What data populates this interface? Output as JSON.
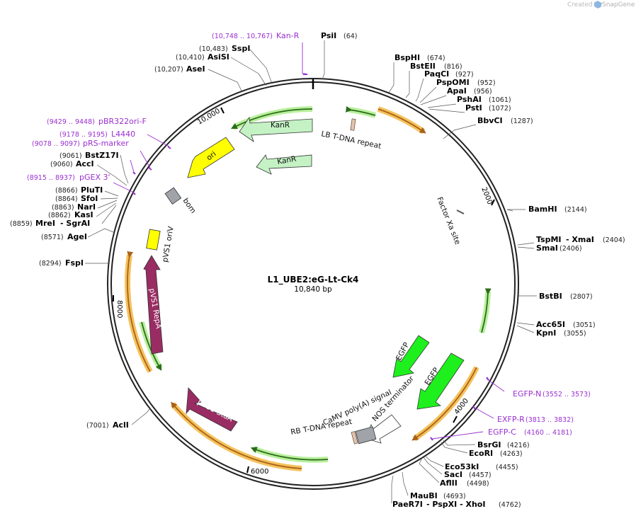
{
  "credit": {
    "prefix": "Created by",
    "brand": "SnapGene"
  },
  "plasmid": {
    "name": "L1_UBE2:eG-Lt-Ck4",
    "length": "10,840 bp"
  },
  "ticks": [
    "2000",
    "4000",
    "6000",
    "8000",
    "10,000"
  ],
  "enzymes": [
    {
      "name": "PsiI",
      "pos": "(64)"
    },
    {
      "name": "BspHI",
      "pos": "(674)"
    },
    {
      "name": "BstEII",
      "pos": "(816)"
    },
    {
      "name": "PaqCI",
      "pos": "(927)"
    },
    {
      "name": "PspOMI",
      "pos": "(952)"
    },
    {
      "name": "ApaI",
      "pos": "(956)"
    },
    {
      "name": "PshAI",
      "pos": "(1061)"
    },
    {
      "name": "PstI",
      "pos": "(1072)"
    },
    {
      "name": "BbvCI",
      "pos": "(1287)"
    },
    {
      "name": "BamHI",
      "pos": "(2144)"
    },
    {
      "name": "TspMI",
      "suffix": "- XmaI",
      "pos": "(2404)"
    },
    {
      "name": "SmaI",
      "pos": "(2406)"
    },
    {
      "name": "BstBI",
      "pos": "(2807)"
    },
    {
      "name": "Acc65I",
      "pos": "(3051)"
    },
    {
      "name": "KpnI",
      "pos": "(3055)"
    },
    {
      "name": "BsrGI",
      "pos": "(4216)"
    },
    {
      "name": "EcoRI",
      "pos": "(4263)"
    },
    {
      "name": "Eco53kI",
      "pos": "(4455)"
    },
    {
      "name": "SacI",
      "pos": "(4457)"
    },
    {
      "name": "AflII",
      "pos": "(4498)"
    },
    {
      "name": "MauBI",
      "pos": "(4693)"
    },
    {
      "name": "PaeR7I",
      "suffix": "- PspXI  - XhoI",
      "pos": "(4762)"
    },
    {
      "name": "AclI",
      "pos": "(7001)"
    },
    {
      "name": "FspI",
      "pos": "(8294)"
    },
    {
      "name": "AgeI",
      "pos": "(8571)"
    },
    {
      "name": "MreI",
      "suffix": "- SgrAI",
      "pos": "(8859)"
    },
    {
      "name": "KasI",
      "pos": "(8862)"
    },
    {
      "name": "NarI",
      "pos": "(8863)"
    },
    {
      "name": "SfoI",
      "pos": "(8864)"
    },
    {
      "name": "PluTI",
      "pos": "(8866)"
    },
    {
      "name": "AccI",
      "pos": "(9060)"
    },
    {
      "name": "BstZ17I",
      "pos": "(9061)"
    },
    {
      "name": "AseI",
      "pos": "(10,207)"
    },
    {
      "name": "AsiSI",
      "pos": "(10,410)"
    },
    {
      "name": "SspI",
      "pos": "(10,483)"
    }
  ],
  "primers": [
    {
      "name": "Kan-R",
      "range": "(10,748 .. 10,767)"
    },
    {
      "name": "pBR322ori-F",
      "range": "(9429 .. 9448)"
    },
    {
      "name": "L4440",
      "range": "(9178 .. 9195)"
    },
    {
      "name": "pRS-marker",
      "range": "(9078 .. 9097)"
    },
    {
      "name": "pGEX 3'",
      "range": "(8915 .. 8937)"
    },
    {
      "name": "EGFP-N",
      "range": "(3552 .. 3573)"
    },
    {
      "name": "EXFP-R",
      "range": "(3813 .. 3832)"
    },
    {
      "name": "EGFP-C",
      "range": "(4160 .. 4181)"
    }
  ],
  "features": [
    {
      "label": "KanR"
    },
    {
      "label": "KanR"
    },
    {
      "label": "LB T-DNA repeat"
    },
    {
      "label": "ori"
    },
    {
      "label": "bom"
    },
    {
      "label": "pVS1 oriV"
    },
    {
      "label": "pVS1 RepA"
    },
    {
      "label": "pVS1 StaA"
    },
    {
      "label": "Factor Xa site"
    },
    {
      "label": "EGFP"
    },
    {
      "label": "EGFP"
    },
    {
      "label": "CaMV poly(A) signal"
    },
    {
      "label": "NOS terminator"
    },
    {
      "label": "RB T-DNA repeat"
    }
  ],
  "colors": {
    "kanr": "#c4f2c4",
    "ori": "#ffff00",
    "repa": "#992c63",
    "egfp": "#1ef01e",
    "bom": "#a0a4a8",
    "primer": "#9a2fd0",
    "orange_halo": "#f5c25c",
    "green_halo": "#b8f09c"
  }
}
